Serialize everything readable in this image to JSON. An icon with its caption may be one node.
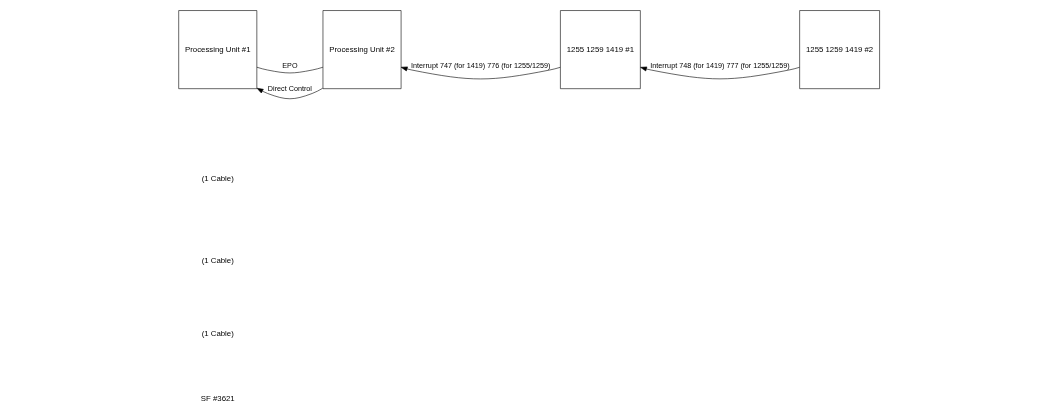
{
  "diagram": {
    "nodes": [
      {
        "text": [
          "Processing Unit #1"
        ]
      },
      {
        "text": [
          "Processing Unit #2"
        ]
      },
      {
        "text": [
          "1255 1259 1419 #1"
        ]
      },
      {
        "text": [
          "1255 1259 1419 #2"
        ]
      }
    ],
    "edges": [
      {
        "from": 0,
        "to": 1,
        "arrow": "none",
        "label": "EPO"
      },
      {
        "from": 1,
        "to": 0,
        "arrow": "to",
        "label": "Direct Control"
      },
      {
        "from": 2,
        "to": 1,
        "arrow": "to",
        "label": "Interrupt 747 (for 1419) 776 (for 1255/1259)"
      },
      {
        "from": 3,
        "to": 2,
        "arrow": "to",
        "label": "Interrupt 748 (for 1419) 777 (for 1255/1259)"
      }
    ],
    "labels": [
      "SF #3621",
      "(1 Cable)",
      "(1 Cable)",
      "(1 Cable)"
    ]
  }
}
